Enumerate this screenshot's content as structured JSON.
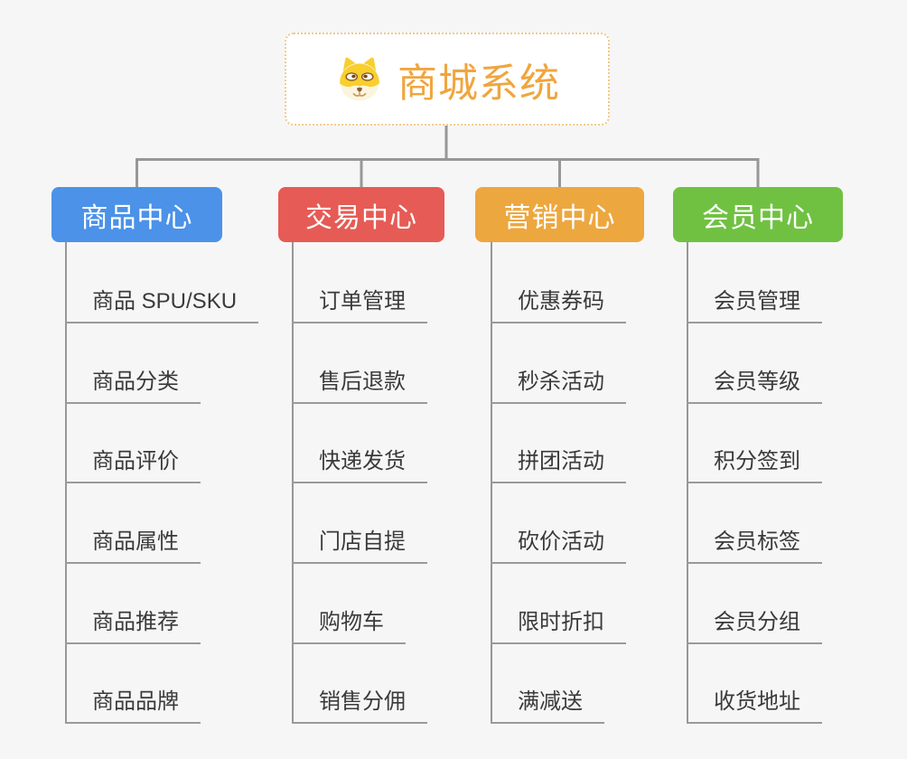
{
  "page": {
    "background": "#f6f6f6",
    "connector_color": "#979797",
    "underline_color": "#9a9a9a",
    "leaf_text_color": "#3a3a3a"
  },
  "root": {
    "label": "商城系统",
    "icon": "dog-face-icon",
    "text_color": "#f0a53e",
    "border_color": "#f2c988",
    "background": "#ffffff"
  },
  "branches": [
    {
      "label": "商品中心",
      "color": "#4b92e8",
      "children": [
        "商品 SPU/SKU",
        "商品分类",
        "商品评价",
        "商品属性",
        "商品推荐",
        "商品品牌"
      ]
    },
    {
      "label": "交易中心",
      "color": "#e65b55",
      "children": [
        "订单管理",
        "售后退款",
        "快递发货",
        "门店自提",
        "购物车",
        "销售分佣"
      ]
    },
    {
      "label": "营销中心",
      "color": "#eda73f",
      "children": [
        "优惠券码",
        "秒杀活动",
        "拼团活动",
        "砍价活动",
        "限时折扣",
        "满减送"
      ]
    },
    {
      "label": "会员中心",
      "color": "#70c142",
      "children": [
        "会员管理",
        "会员等级",
        "积分签到",
        "会员标签",
        "会员分组",
        "收货地址"
      ]
    }
  ]
}
